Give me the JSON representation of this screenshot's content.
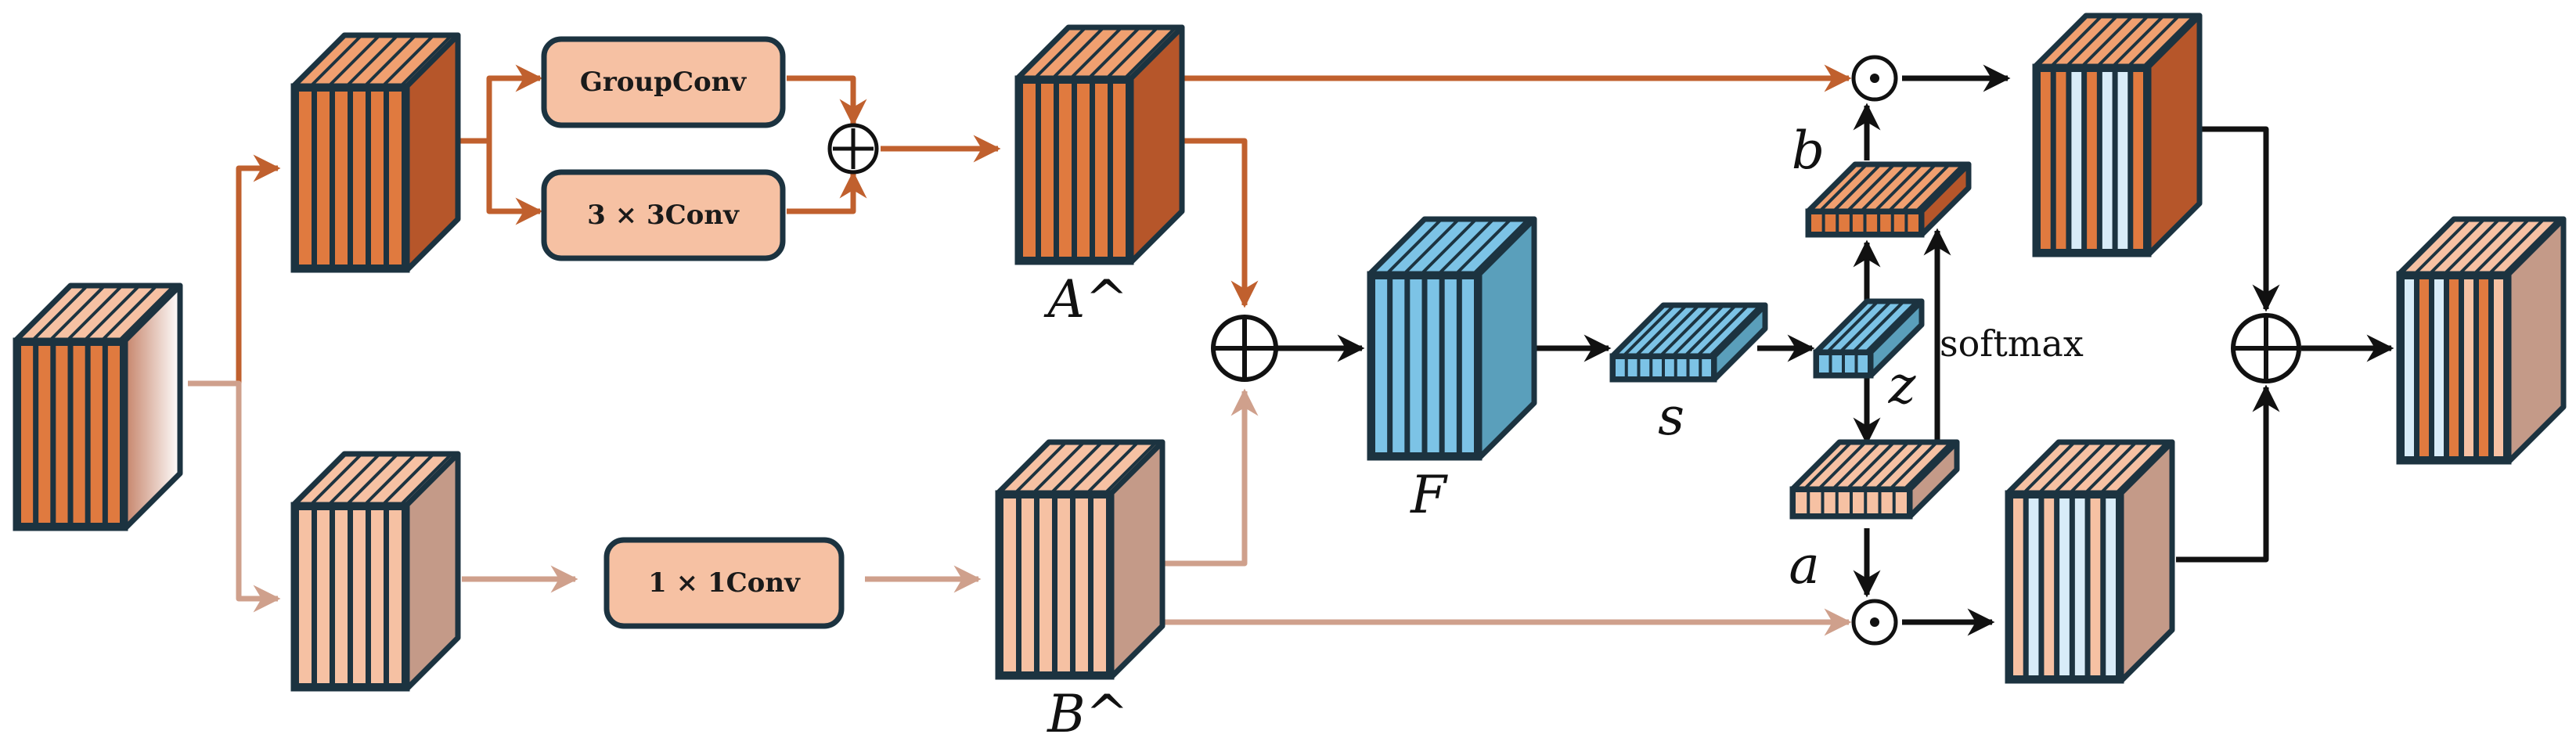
{
  "colors": {
    "orange": "#e07a3f",
    "orange_dark": "#b6562a",
    "orange_top": "#f0a070",
    "peach": "#f6c1a3",
    "peach_dark": "#c49a88",
    "blue": "#7cc3e6",
    "blue_dark": "#5a9fbb",
    "blue_light": "#d8ecf8",
    "outline": "#1c3340",
    "arrow_orange": "#c0602e",
    "arrow_peach": "#cfa08c",
    "arrow_black": "#111111"
  },
  "operations": {
    "group_conv": "GroupConv",
    "conv3x3": "3 × 3Conv",
    "conv1x1": "1 × 1Conv"
  },
  "labels": {
    "a_hat": "A^",
    "b_hat": "B^",
    "f": "F",
    "s": "s",
    "z": "z",
    "a": "a",
    "b": "b",
    "softmax": "softmax"
  },
  "symbols": {
    "sum": "⊕",
    "product": "⊙"
  },
  "icons": [
    "sum-icon",
    "product-icon"
  ]
}
